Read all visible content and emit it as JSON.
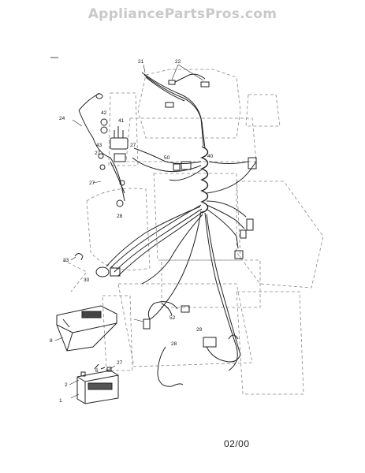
{
  "watermark": "AppliancePartsPros.com",
  "footer_date": "02/00",
  "callouts": [
    "1",
    "2",
    "6",
    "8",
    "21",
    "22",
    "24",
    "27",
    "27",
    "27",
    "28",
    "29",
    "30",
    "33",
    "40",
    "41",
    "42",
    "43",
    "50",
    "52",
    "28"
  ]
}
